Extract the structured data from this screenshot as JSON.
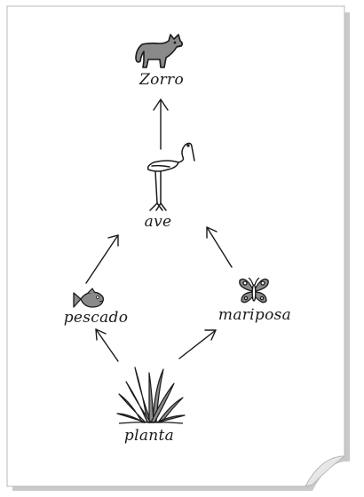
{
  "diagram": {
    "nodes": {
      "zorro": {
        "label": "Zorro",
        "icon": "fox-icon"
      },
      "ave": {
        "label": "ave",
        "icon": "heron-icon"
      },
      "pescado": {
        "label": "pescado",
        "icon": "fish-icon"
      },
      "mariposa": {
        "label": "mariposa",
        "icon": "butterfly-icon"
      },
      "planta": {
        "label": "planta",
        "icon": "plant-icon"
      }
    },
    "edges": [
      {
        "from": "ave",
        "to": "zorro"
      },
      {
        "from": "pescado",
        "to": "ave"
      },
      {
        "from": "mariposa",
        "to": "ave"
      },
      {
        "from": "planta",
        "to": "pescado"
      },
      {
        "from": "planta",
        "to": "mariposa"
      }
    ]
  },
  "colors": {
    "page": "#ffffff",
    "ink": "#1a1a1a",
    "icon_fill": "#8a8a8a"
  }
}
